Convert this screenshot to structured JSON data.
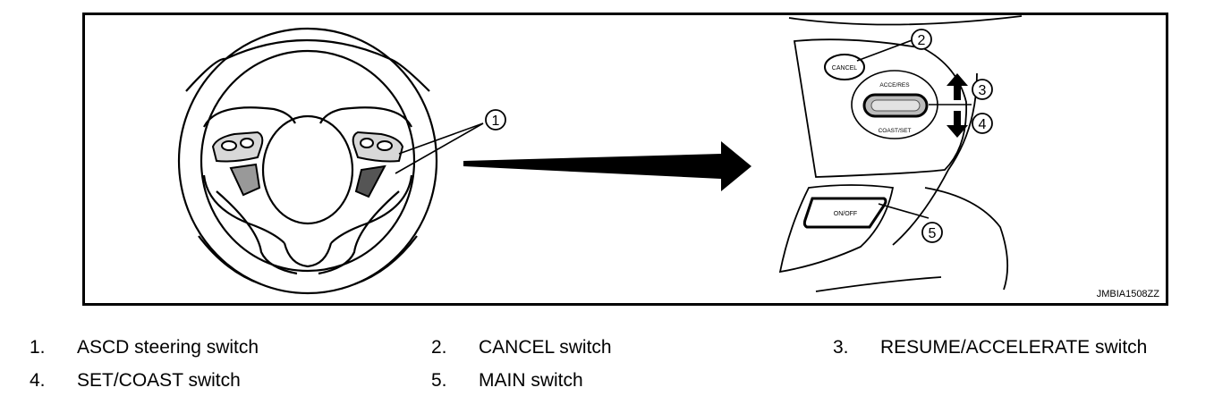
{
  "figure": {
    "callouts": {
      "c1": "1",
      "c2": "2",
      "c3": "3",
      "c4": "4",
      "c5": "5"
    },
    "switch_labels": {
      "cancel": "CANCEL",
      "resume_accel": "ACCE/RES",
      "coast_set": "COAST/SET",
      "on_off": "ON/OFF"
    },
    "figure_id": "JMBIA1508ZZ"
  },
  "legend": [
    {
      "number": "1.",
      "label": "ASCD steering switch"
    },
    {
      "number": "2.",
      "label": "CANCEL switch"
    },
    {
      "number": "3.",
      "label": "RESUME/ACCELERATE switch"
    },
    {
      "number": "4.",
      "label": "SET/COAST switch"
    },
    {
      "number": "5.",
      "label": "MAIN switch"
    }
  ]
}
